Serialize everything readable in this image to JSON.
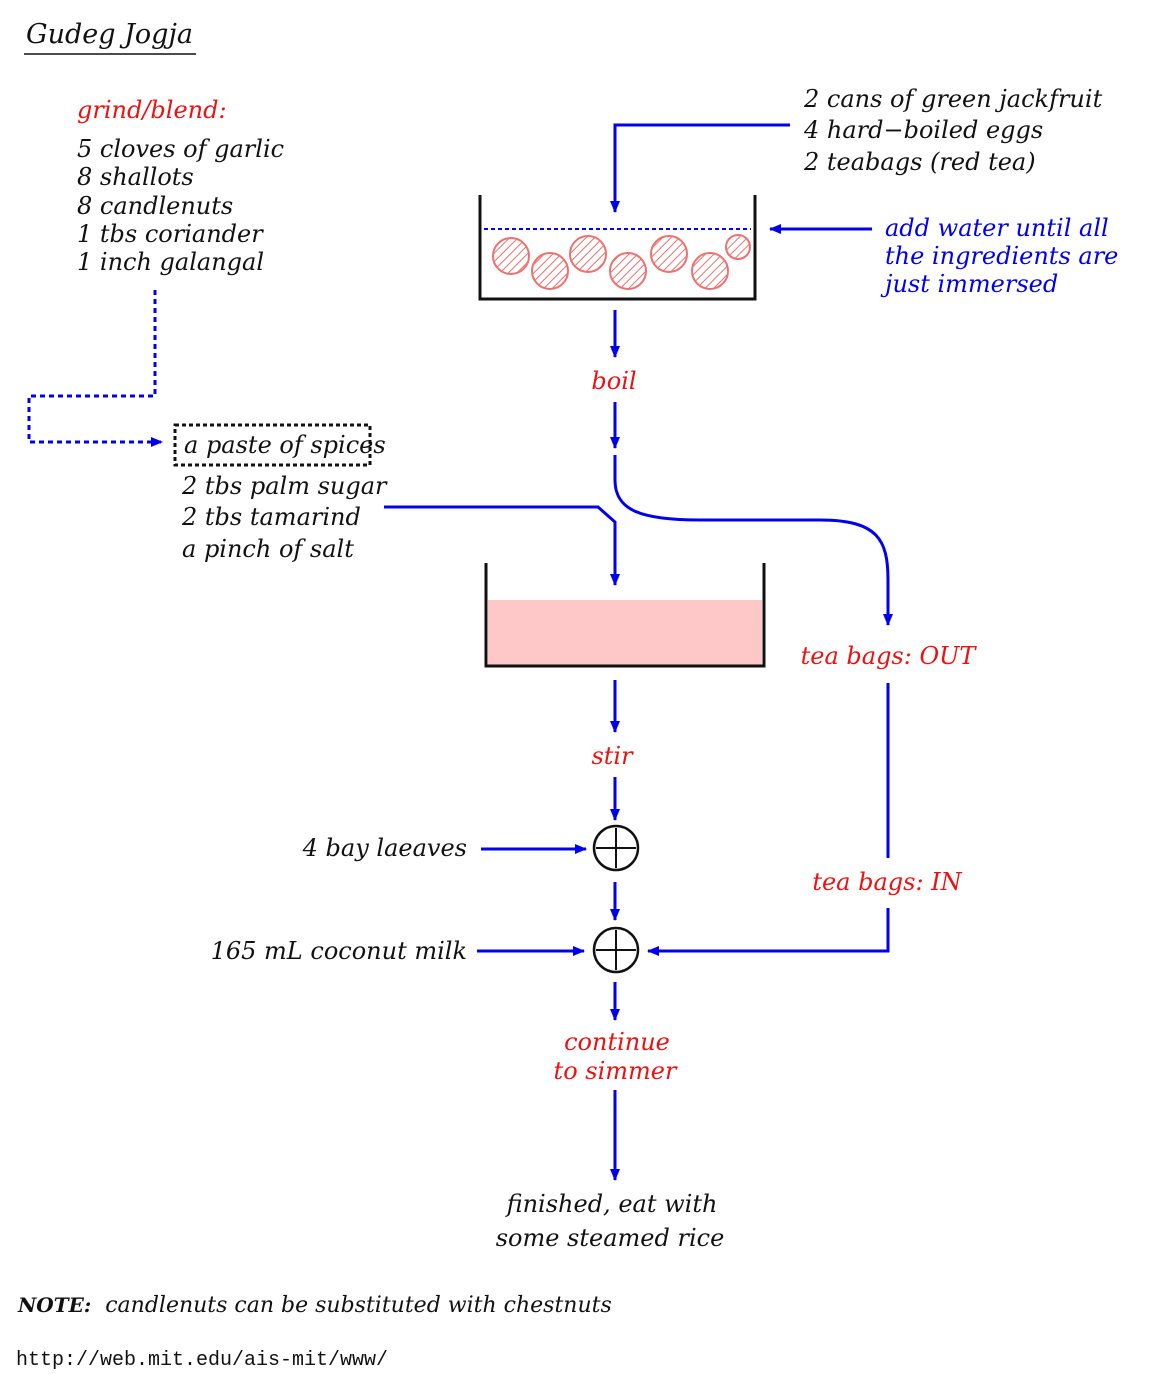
{
  "title": "Gudeg Jogja",
  "colors": {
    "flow": "#0000ee",
    "step": "#ee1111",
    "text": "#111111",
    "liquid": "#ffc8c8",
    "ingredient": "#f07070"
  },
  "grind": {
    "heading": "grind/blend:",
    "items": [
      "5 cloves of garlic",
      "8 shallots",
      "8 candlenuts",
      "1 tbs coriander",
      "1 inch galangal"
    ]
  },
  "pot_inputs": [
    "2 cans of green jackfruit",
    "4 hard−boiled eggs",
    "2 teabags (red tea)"
  ],
  "water_note": [
    "add water until all",
    "the ingredients are",
    "just immersed"
  ],
  "steps": {
    "boil": "boil",
    "stir": "stir",
    "simmer": [
      "continue",
      "to simmer"
    ],
    "tea_out": "tea bags: OUT",
    "tea_in": "tea bags: IN"
  },
  "paste_label": "a paste of spices",
  "seasonings": [
    "2 tbs palm sugar",
    "2 tbs tamarind",
    "a pinch of salt"
  ],
  "additions": {
    "bay": "4 bay laeaves",
    "coconut": "165 mL coconut milk"
  },
  "finish": [
    "finished, eat with",
    "some steamed rice"
  ],
  "note": {
    "label": "NOTE:",
    "text": "candlenuts can be substituted with chestnuts"
  },
  "url": "http://web.mit.edu/ais-mit/www/"
}
